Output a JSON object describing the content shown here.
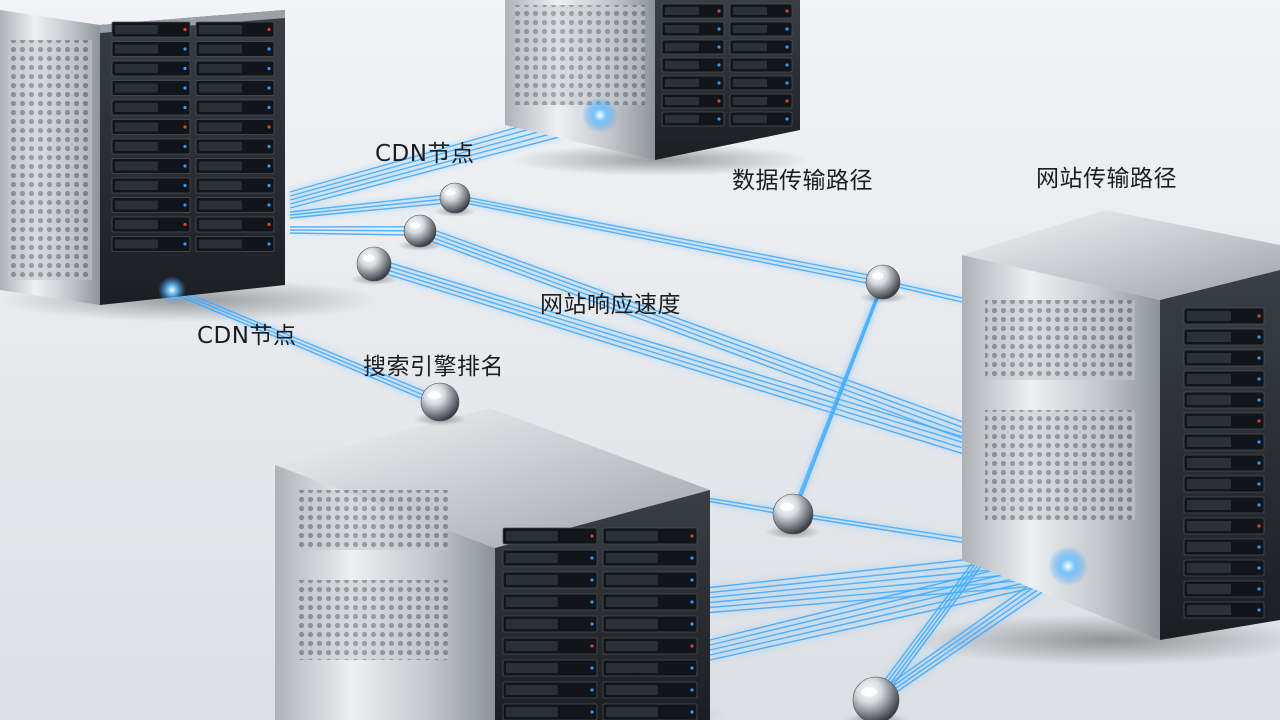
{
  "labels": {
    "cdn_node_1": "CDN节点",
    "data_path": "数据传输路径",
    "site_path": "网站传输路径",
    "response_speed": "网站响应速度",
    "cdn_node_2": "CDN节点",
    "search_ranking": "搜索引擎排名"
  },
  "colors": {
    "background": "#e9ebee",
    "beam": "#3aa6ff",
    "beam_glow": "#7cc8ff",
    "metal_light": "#f1f2f4",
    "metal_mid": "#b9bdc3",
    "metal_dark": "#7c8189",
    "panel": "#23272d",
    "led_blue": "#2f9bff",
    "led_red": "#e2452f"
  }
}
